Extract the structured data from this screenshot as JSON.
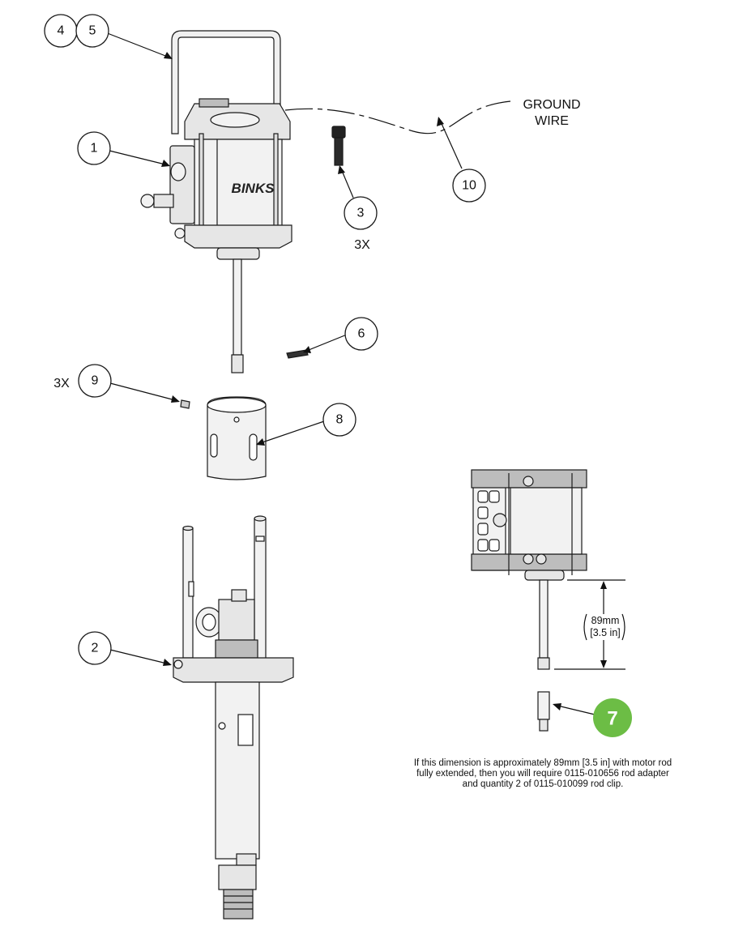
{
  "callouts": {
    "c1": "1",
    "c2": "2",
    "c3": "3",
    "c4": "4",
    "c5": "5",
    "c6": "6",
    "c7": "7",
    "c8": "8",
    "c9": "9",
    "c10": "10"
  },
  "labels": {
    "ground_wire_line1": "GROUND",
    "ground_wire_line2": "WIRE",
    "qty_3x_bolt": "3X",
    "qty_3x_pin": "3X",
    "brand": "BINKS",
    "dim_mm": "89mm",
    "dim_in": "[3.5 in]"
  },
  "note": {
    "line1": "If this dimension is approximately 89mm [3.5 in] with motor rod",
    "line2": "fully extended, then you will require 0115-010656 rod adapter",
    "line3": "and quantity 2 of 0115-010099 rod clip."
  },
  "colors": {
    "highlight_callout": "#6cbd45",
    "line": "#1a1a1a",
    "metal": "#e6e6e6"
  }
}
